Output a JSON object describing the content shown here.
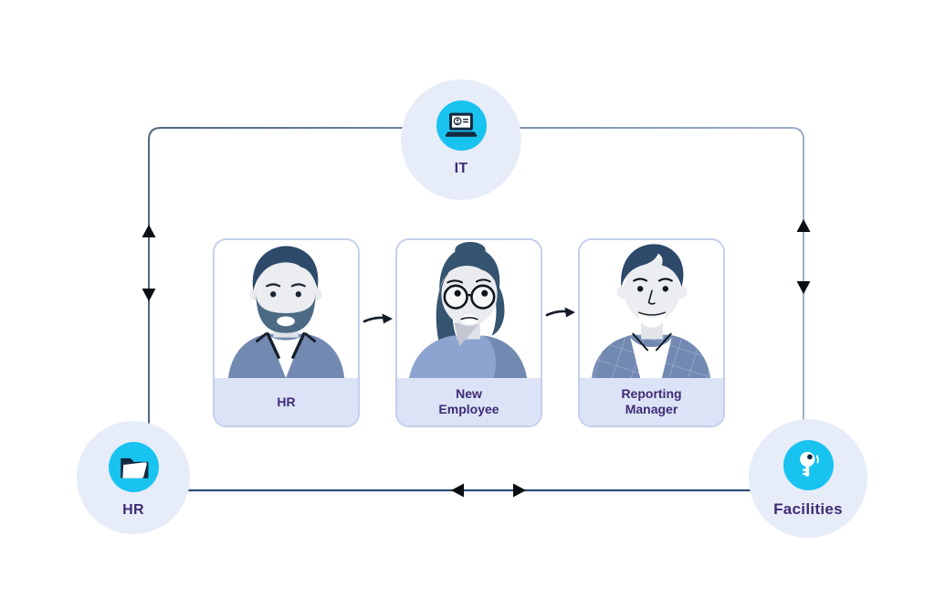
{
  "colors": {
    "accent_cyan": "#18C3F0",
    "text_purple": "#3F2B75",
    "icon_navy": "#14293E",
    "node_bg": "#E7ECF9",
    "card_border": "#C3CFEC",
    "card_band": "#DCE3F6",
    "arrow_black": "#0B0E13",
    "loop_line_left": "#4F6580",
    "loop_line_right": "#9FAECB",
    "bottom_line": "#2E4D75"
  },
  "nodes": {
    "it": {
      "label": "IT",
      "icon": "laptop-profile-icon"
    },
    "hr": {
      "label": "HR",
      "icon": "open-folder-icon"
    },
    "facilities": {
      "label": "Facilities",
      "icon": "key-icon"
    }
  },
  "cards": [
    {
      "line1": "HR",
      "line2": ""
    },
    {
      "line1": "New",
      "line2": "Employee"
    },
    {
      "line1": "Reporting",
      "line2": "Manager"
    }
  ]
}
